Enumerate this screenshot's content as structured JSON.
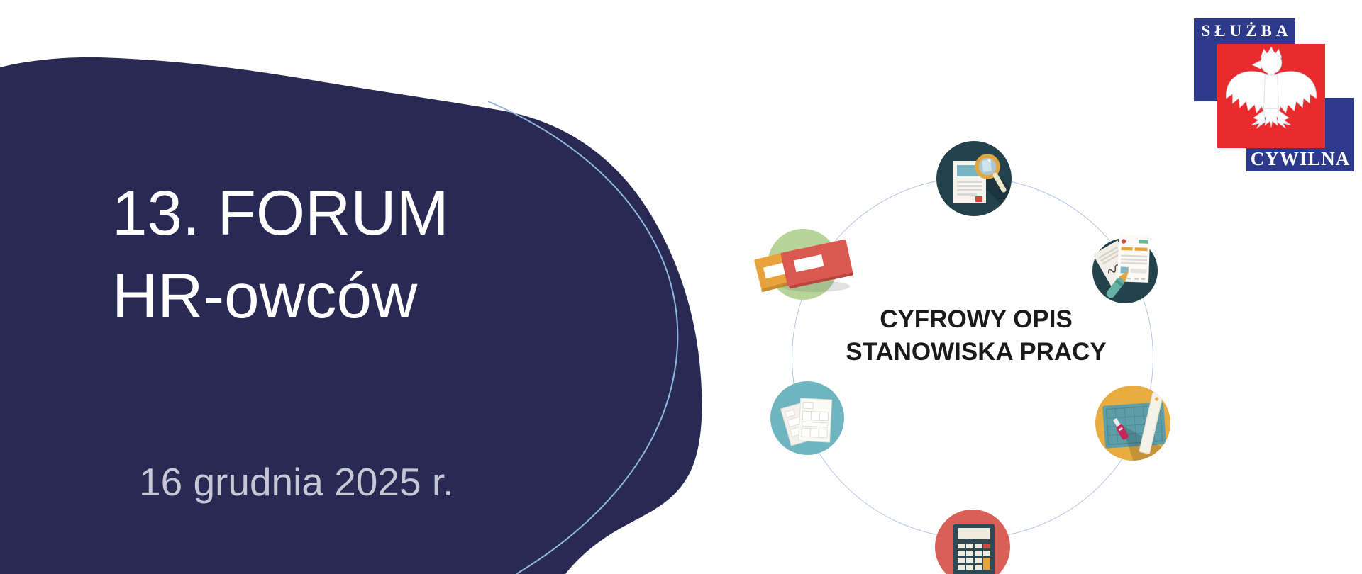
{
  "slide": {
    "title_line1": "13. FORUM",
    "title_line2": "HR-owców",
    "date": "16 grudnia 2025 r."
  },
  "diagram": {
    "center_line1": "CYFROWY OPIS",
    "center_line2": "STANOWISKA PRACY",
    "circle_line_color": "#b9c3e6"
  },
  "logo": {
    "top_text": "SŁUŻBA",
    "bottom_text": "CYWILNA",
    "blue": "#2d3a8c",
    "red": "#e92b2e"
  },
  "colors": {
    "blob_navy": "#292a53",
    "accent_arc_blue": "#8fb8dc",
    "title_white": "#ffffff",
    "date_gray": "#c6c6d4",
    "center_text_black": "#1a1a1a"
  },
  "icons": [
    {
      "name": "document-search-icon",
      "bg": "#24424c"
    },
    {
      "name": "contract-signing-icon",
      "bg": "#24424c"
    },
    {
      "name": "planning-board-icon",
      "bg": "#e9ac41"
    },
    {
      "name": "calculator-icon",
      "bg": "#da5f57"
    },
    {
      "name": "forms-icon",
      "bg": "#6fb5c0"
    },
    {
      "name": "books-icon",
      "bg": "#b7d59a"
    }
  ]
}
